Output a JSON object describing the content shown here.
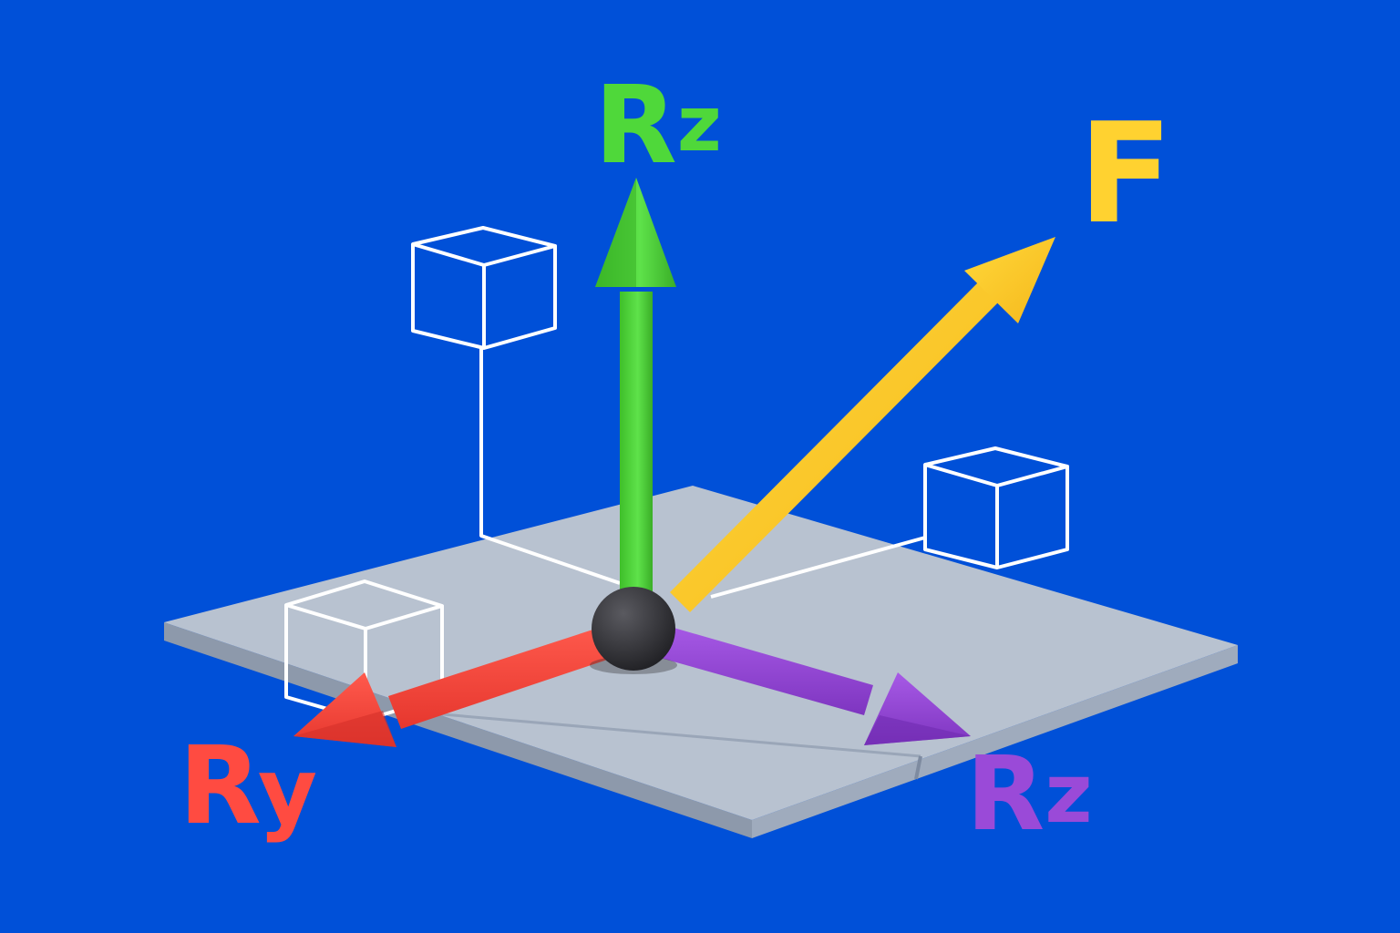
{
  "colors": {
    "background": "#0050d8",
    "plate_top": "#b8c2d0",
    "plate_side": "#8d99ab",
    "cube_outline": "#ffffff",
    "origin_sphere": "#333337",
    "rz_vertical": "#4fd83a",
    "force": "#ffd230",
    "ry": "#ff4b41",
    "rz_horizontal": "#9a4ad8"
  },
  "labels": {
    "rz_vertical": {
      "text": "Rz",
      "main": "R",
      "sub": "z"
    },
    "force": {
      "text": "F"
    },
    "ry": {
      "text": "Ry",
      "main": "R",
      "sub": "y"
    },
    "rz_horizontal": {
      "text": "Rz",
      "main": "R",
      "sub": "z"
    }
  },
  "elements": {
    "plate": "plate",
    "origin": "origin-sphere",
    "cubes": [
      "cube-back-left",
      "cube-back-right",
      "cube-front-left"
    ],
    "arrows": [
      "arrow-rz-vertical",
      "arrow-force",
      "arrow-ry",
      "arrow-rz-horizontal"
    ]
  }
}
